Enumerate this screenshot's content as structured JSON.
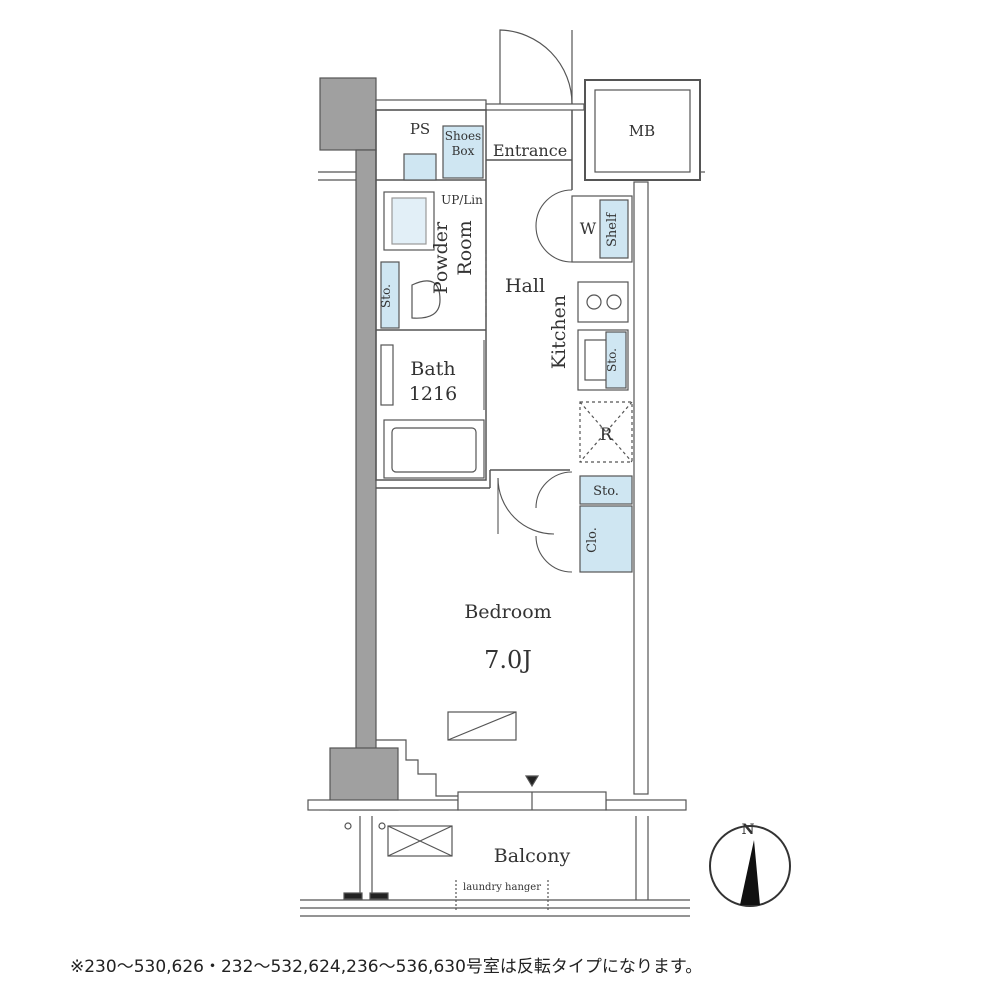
{
  "rooms": {
    "ps": "PS",
    "shoes_box_1": "Shoes",
    "shoes_box_2": "Box",
    "entrance": "Entrance",
    "mb": "MB",
    "up_lin": "UP/Lin",
    "powder_room_1": "Powder",
    "powder_room_2": "Room",
    "sto_powder": "Sto.",
    "w": "W",
    "shelf": "Shelf",
    "hall": "Hall",
    "kitchen": "Kitchen",
    "sto_kitchen": "Sto.",
    "bath": "Bath",
    "bath_size": "1216",
    "r": "R",
    "sto_bedroom": "Sto.",
    "clo": "Clo.",
    "bedroom": "Bedroom",
    "bedroom_size": "7.0J",
    "balcony": "Balcony",
    "laundry_hanger": "laundry hanger"
  },
  "compass": {
    "label": "N"
  },
  "footnote": "※230〜530,626・232〜532,624,236〜536,630号室は反転タイプになります。",
  "colors": {
    "wall": "#9a9a9a",
    "wall_dark": "#666666",
    "storage_fill": "#cfe6f2",
    "line": "#555555"
  }
}
